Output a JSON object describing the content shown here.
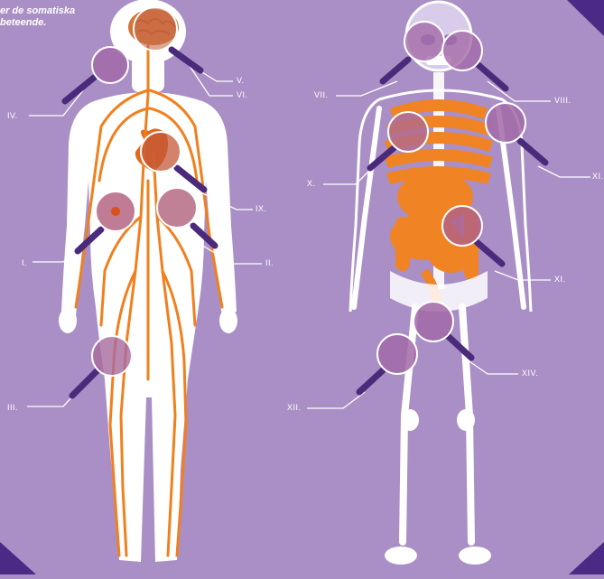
{
  "caption": {
    "line1": "er de somatiska",
    "line2": "beteende."
  },
  "labels": {
    "i": "I.",
    "ii": "II.",
    "iii": "III.",
    "iv": "IV.",
    "v": "V.",
    "vi": "VI.",
    "vii": "VII.",
    "viii": "VIII.",
    "ix": "IX.",
    "x": "X.",
    "xi": "XI.",
    "xi_b": "XI.",
    "xii": "XII.",
    "xiv": "XIV."
  },
  "colors": {
    "background": "#a98fc5",
    "body": "#ffffff",
    "nerves": "#f0801e",
    "organs": "#f08323",
    "magnifier_lens": "#a26aa7",
    "magnifier_handle": "#4a2a7a",
    "corner": "#4a2a85"
  }
}
